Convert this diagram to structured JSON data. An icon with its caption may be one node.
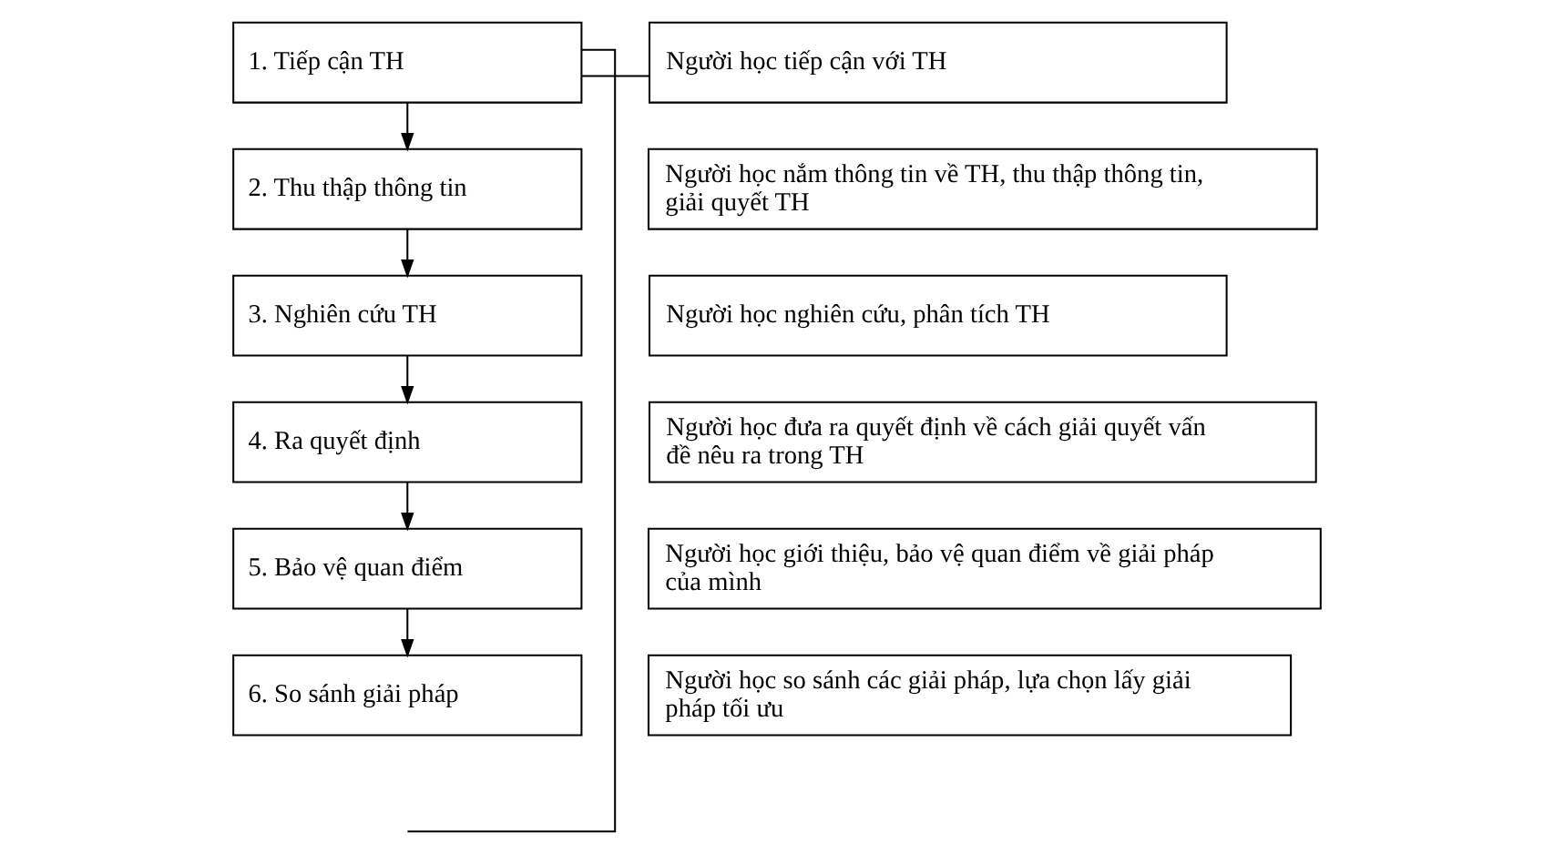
{
  "diagram": {
    "nodes": [
      {
        "text": [
          "1. Tiếp cận TH"
        ]
      },
      {
        "text": [
          "2. Thu thập thông tin"
        ]
      },
      {
        "text": [
          "3. Nghiên cứu TH"
        ]
      },
      {
        "text": [
          "4. Ra quyết định"
        ]
      },
      {
        "text": [
          "5. Bảo vệ quan điểm"
        ]
      },
      {
        "text": [
          "6. So sánh giải pháp"
        ]
      },
      {
        "text": [
          "Người học tiếp cận với TH"
        ]
      },
      {
        "text": [
          "Người học nắm thông tin về TH, thu thập thông tin, giải quyết TH"
        ]
      },
      {
        "text": [
          "Người học nghiên cứu, phân tích TH"
        ]
      },
      {
        "text": [
          "Người học đưa ra quyết định về cách giải quyết vấn đề nêu ra trong TH"
        ]
      },
      {
        "text": [
          "Người học giới thiệu, bảo vệ quan điểm về giải pháp của mình"
        ]
      },
      {
        "text": [
          "Người học so sánh các giải pháp, lựa chọn lấy giải pháp tối ưu"
        ]
      }
    ],
    "edges": [
      {
        "from": 0,
        "to": 1,
        "arrow": "to"
      },
      {
        "from": 1,
        "to": 2,
        "arrow": "to"
      },
      {
        "from": 2,
        "to": 3,
        "arrow": "to"
      },
      {
        "from": 3,
        "to": 4,
        "arrow": "to"
      },
      {
        "from": 4,
        "to": 5,
        "arrow": "to"
      },
      {
        "from": 0,
        "to": 6,
        "arrow": "none"
      },
      {
        "from": 0,
        "to": null,
        "arrow": "none"
      }
    ]
  }
}
